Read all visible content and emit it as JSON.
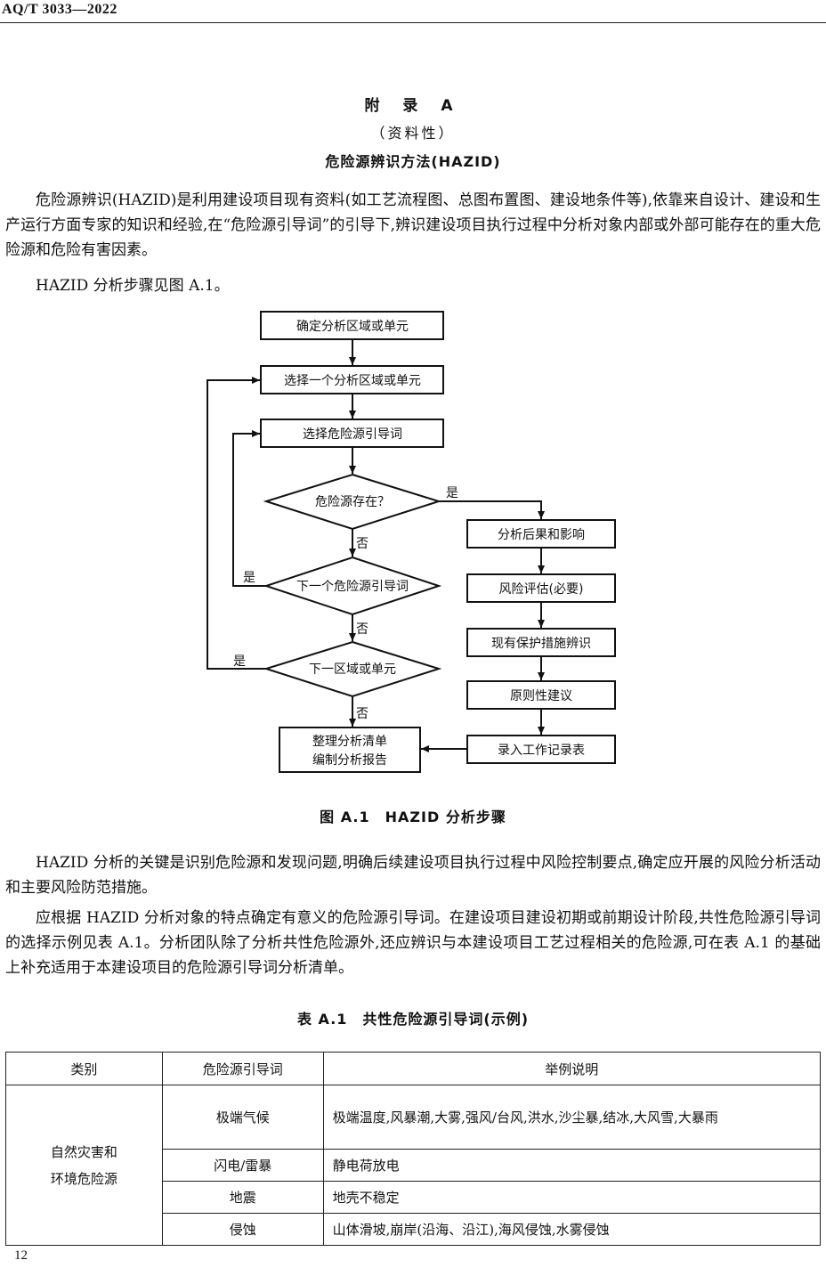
{
  "header": {
    "code": "AQ/T 3033—2022"
  },
  "appendix": {
    "title": "附 录 A",
    "nature": "（资料性）",
    "name": "危险源辨识方法(HAZID)"
  },
  "paragraphs": {
    "p1": "危险源辨识(HAZID)是利用建设项目现有资料(如工艺流程图、总图布置图、建设地条件等),依靠来自设计、建设和生产运行方面专家的知识和经验,在“危险源引导词”的引导下,辨识建设项目执行过程中分析对象内部或外部可能存在的重大危险源和危险有害因素。",
    "p2": "HAZID 分析步骤见图 A.1。",
    "p3": "HAZID 分析的关键是识别危险源和发现问题,明确后续建设项目执行过程中风险控制要点,确定应开展的风险分析活动和主要风险防范措施。",
    "p4": "应根据 HAZID 分析对象的特点确定有意义的危险源引导词。在建设项目建设初期或前期设计阶段,共性危险源引导词的选择示例见表 A.1。分析团队除了分析共性危险源外,还应辨识与本建设项目工艺过程相关的危险源,可在表 A.1 的基础上补充适用于本建设项目的危险源引导词分析清单。"
  },
  "flowchart": {
    "box_define": "确定分析区域或单元",
    "box_select_area": "选择一个分析区域或单元",
    "box_select_word": "选择危险源引导词",
    "diamond_exists": "危险源存在？",
    "diamond_next_word": "下一个危险源引导词",
    "diamond_next_area": "下一区域或单元",
    "box_report_line1": "整理分析清单",
    "box_report_line2": "编制分析报告",
    "box_consequence": "分析后果和影响",
    "box_risk": "风险评估(必要)",
    "box_protect": "现有保护措施辨识",
    "box_advice": "原则性建议",
    "box_record": "录入工作记录表",
    "label_yes": "是",
    "label_no": "否"
  },
  "figure_caption": "图 A.1　HAZID 分析步骤",
  "table": {
    "caption": "表 A.1　共性危险源引导词(示例)",
    "headers": [
      "类别",
      "危险源引导词",
      "举例说明"
    ],
    "category_line1": "自然灾害和",
    "category_line2": "环境危险源",
    "rows": [
      {
        "word": "极端气候",
        "example": "极端温度,风暴潮,大雾,强风/台风,洪水,沙尘暴,结冰,大风雪,大暴雨"
      },
      {
        "word": "闪电/雷暴",
        "example": "静电荷放电"
      },
      {
        "word": "地震",
        "example": "地壳不稳定"
      },
      {
        "word": "侵蚀",
        "example": "山体滑坡,崩岸(沿海、沿江),海风侵蚀,水雾侵蚀"
      }
    ]
  },
  "page_number": "12"
}
